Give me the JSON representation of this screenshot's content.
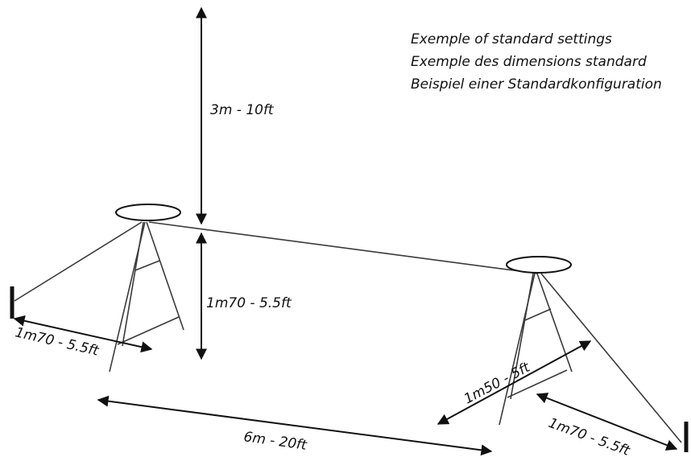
{
  "caption": {
    "line_1": "Exemple of standard settings",
    "line_2": "Exemple des dimensions standard",
    "line_3": "Beispiel einer Standardkonfiguration"
  },
  "dimensions": {
    "top_height": "3m - 10ft",
    "left_post_height": "1m70 - 5.5ft",
    "left_anchor_distance": "1m70 - 5.5ft",
    "span_between_posts": "6m - 20ft",
    "right_base_width": "1m50 - 5ft",
    "right_anchor_distance": "1m70 - 5.5ft"
  }
}
